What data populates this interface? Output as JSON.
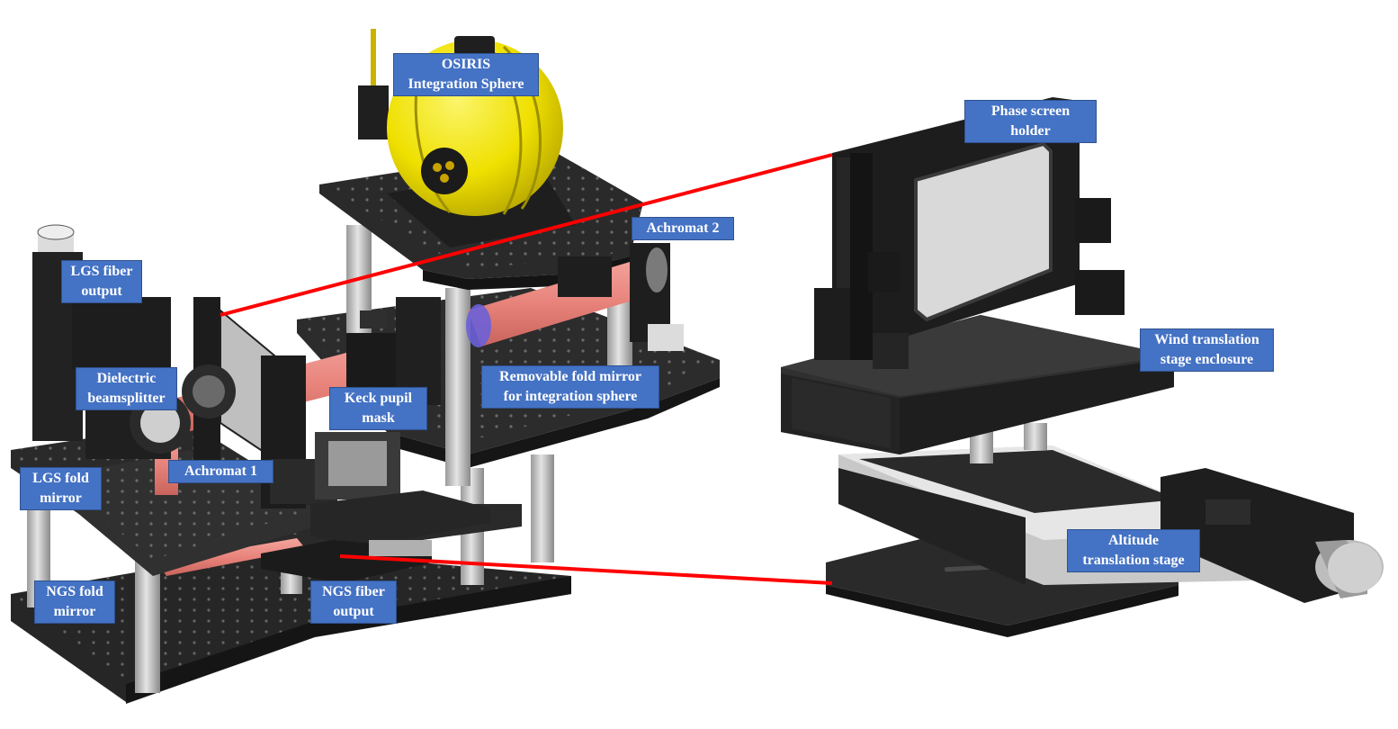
{
  "labels": {
    "osiris": [
      "OSIRIS",
      "Integration Sphere"
    ],
    "phase_screen": [
      "Phase screen",
      "holder"
    ],
    "achromat2": [
      "Achromat 2"
    ],
    "lgs_fiber": [
      "LGS fiber",
      "output"
    ],
    "wind_stage": [
      "Wind translation",
      "stage enclosure"
    ],
    "dielectric": [
      "Dielectric",
      "beamsplitter"
    ],
    "removable_fold": [
      "Removable fold mirror",
      "for integration sphere"
    ],
    "keck_pupil": [
      "Keck pupil",
      "mask"
    ],
    "achromat1": [
      "Achromat 1"
    ],
    "lgs_fold": [
      "LGS fold",
      "mirror"
    ],
    "altitude_stage": [
      "Altitude",
      "translation stage"
    ],
    "ngs_fold": [
      "NGS fold",
      "mirror"
    ],
    "ngs_fiber": [
      "NGS fiber",
      "output"
    ]
  },
  "colors": {
    "label_fill": "#4472c4",
    "label_text": "#ffffff",
    "callout_line": "#ff0000",
    "sphere": "#f2e600",
    "beam": "#e8847c",
    "plate": "#2a2a2a",
    "post": "#bdbdbd"
  }
}
